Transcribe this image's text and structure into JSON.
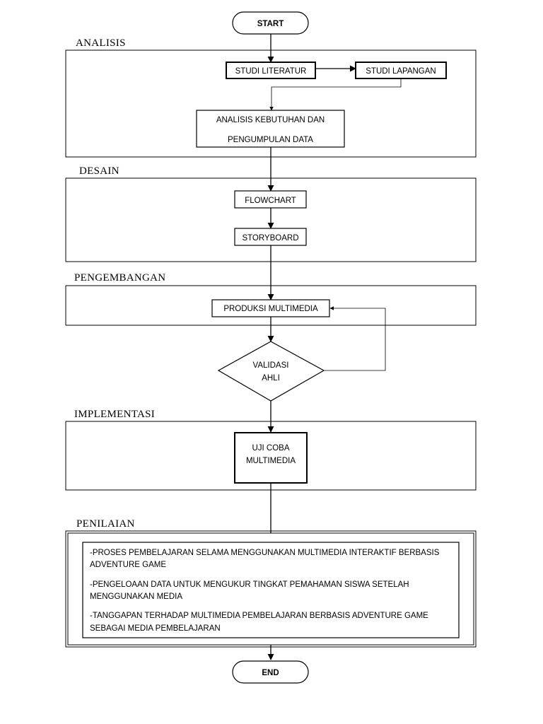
{
  "sections": {
    "analisis": "ANALISIS",
    "desain": "DESAIN",
    "pengembangan": "PENGEMBANGAN",
    "implementasi": "IMPLEMENTASI",
    "penilaian": "PENILAIAN"
  },
  "nodes": {
    "start": "START",
    "studi_literatur": "STUDI LITERATUR",
    "studi_lapangan": "STUDI LAPANGAN",
    "analisis_kebutuhan": [
      "ANALISIS KEBUTUHAN DAN",
      "PENGUMPULAN DATA"
    ],
    "flowchart": "FLOWCHART",
    "storyboard": "STORYBOARD",
    "produksi_multimedia": "PRODUKSI MULTIMEDIA",
    "validasi": [
      "VALIDASI",
      "AHLI"
    ],
    "uji_coba": [
      "UJI COBA",
      "MULTIMEDIA"
    ],
    "penilaian_items": [
      [
        "-PROSES PEMBELAJARAN SELAMA MENGGUNAKAN MULTIMEDIA INTERAKTIF BERBASIS",
        "ADVENTURE GAME"
      ],
      [
        "-PENGELOAAN DATA UNTUK MENGUKUR TINGKAT PEMAHAMAN SISWA SETELAH",
        "MENGGUNAKAN MEDIA"
      ],
      [
        "-TANGGAPAN TERHADAP MULTIMEDIA PEMBELAJARAN BERBASIS ADVENTURE GAME",
        "SEBAGAI MEDIA PEMBELAJARAN"
      ]
    ],
    "end": "END"
  }
}
